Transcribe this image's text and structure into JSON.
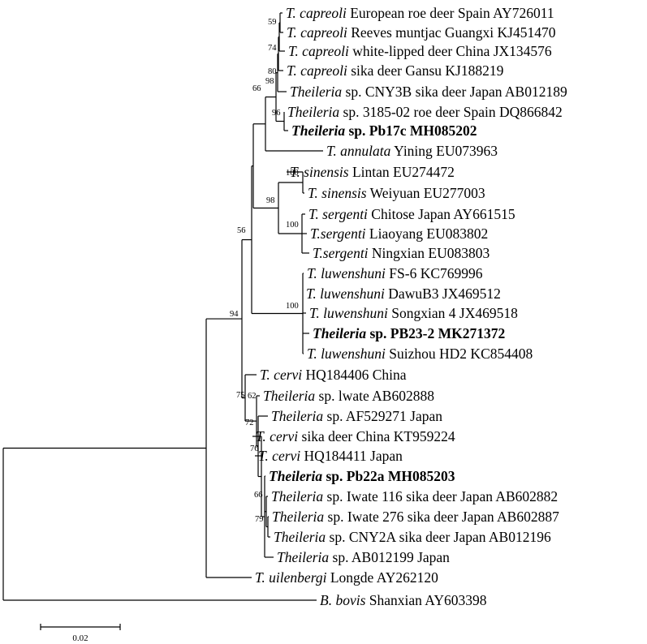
{
  "leaves": [
    {
      "id": "L1",
      "species": "T. capreoli",
      "rest": " European roe deer Spain AY726011",
      "bold": false
    },
    {
      "id": "L2",
      "species": "T. capreoli",
      "rest": " Reeves muntjac Guangxi KJ451470",
      "bold": false
    },
    {
      "id": "L3",
      "species": "T. capreoli",
      "rest": " white-lipped deer China JX134576",
      "bold": false
    },
    {
      "id": "L4",
      "species": "T. capreoli",
      "rest": " sika deer Gansu KJ188219",
      "bold": false
    },
    {
      "id": "L5",
      "species": "Theileria",
      "rest": " sp. CNY3B sika deer Japan AB012189",
      "bold": false
    },
    {
      "id": "L6",
      "species": "Theileria",
      "rest": " sp. 3185-02 roe deer Spain DQ866842",
      "bold": false
    },
    {
      "id": "L7",
      "species": "Theileria",
      "rest": " sp. Pb17c MH085202",
      "bold": true
    },
    {
      "id": "L8",
      "species": "T. annulata",
      "rest": " Yining EU073963",
      "bold": false
    },
    {
      "id": "L9",
      "species": "T. sinensis",
      "rest": " Lintan EU274472",
      "bold": false
    },
    {
      "id": "L10",
      "species": "T. sinensis",
      "rest": " Weiyuan EU277003",
      "bold": false
    },
    {
      "id": "L11",
      "species": "T. sergenti",
      "rest": " Chitose Japan AY661515",
      "bold": false
    },
    {
      "id": "L12",
      "species": "T.sergenti",
      "rest": " Liaoyang EU083802",
      "bold": false
    },
    {
      "id": "L13",
      "species": "T.sergenti",
      "rest": " Ningxian EU083803",
      "bold": false
    },
    {
      "id": "L14",
      "species": "T. luwenshuni",
      "rest": " FS-6 KC769996",
      "bold": false
    },
    {
      "id": "L15",
      "species": "T. luwenshuni",
      "rest": " DawuB3 JX469512",
      "bold": false
    },
    {
      "id": "L16",
      "species": "T. luwenshuni",
      "rest": " Songxian 4 JX469518",
      "bold": false
    },
    {
      "id": "L17",
      "species": "Theileria",
      "rest": " sp. PB23-2 MK271372",
      "bold": true
    },
    {
      "id": "L18",
      "species": "T. luwenshuni",
      "rest": " Suizhou HD2 KC854408",
      "bold": false
    },
    {
      "id": "L19",
      "species": "T. cervi",
      "rest": " HQ184406 China",
      "bold": false
    },
    {
      "id": "L20",
      "species": "Theileria",
      "rest": " sp. lwate AB602888",
      "bold": false
    },
    {
      "id": "L21",
      "species": "Theileria",
      "rest": " sp. AF529271 Japan",
      "bold": false
    },
    {
      "id": "L22",
      "species": "T. cervi",
      "rest": " sika deer China KT959224",
      "bold": false
    },
    {
      "id": "L23",
      "species": "T. cervi",
      "rest": " HQ184411 Japan",
      "bold": false
    },
    {
      "id": "L24",
      "species": "Theileria",
      "rest": " sp. Pb22a MH085203",
      "bold": true
    },
    {
      "id": "L25",
      "species": "Theileria",
      "rest": " sp. Iwate 116 sika deer Japan AB602882",
      "bold": false
    },
    {
      "id": "L26",
      "species": "Theileria",
      "rest": " sp. Iwate 276 sika deer Japan AB602887",
      "bold": false
    },
    {
      "id": "L27",
      "species": "Theileria",
      "rest": " sp. CNY2A sika deer Japan AB012196",
      "bold": false
    },
    {
      "id": "L28",
      "species": "Theileria",
      "rest": " sp. AB012199 Japan",
      "bold": false
    },
    {
      "id": "L29",
      "species": "T. uilenbergi",
      "rest": " Longde AY262120",
      "bold": false
    },
    {
      "id": "L30",
      "species": "B. bovis",
      "rest": " Shanxian AY603398",
      "bold": false
    }
  ],
  "bootstrap": [
    "59",
    "74",
    "80",
    "98",
    "96",
    "66",
    "100",
    "98",
    "100",
    "56",
    "100",
    "94",
    "75",
    "62",
    "72",
    "76",
    "66",
    "79"
  ],
  "scale_bar": {
    "label": "0.02"
  }
}
